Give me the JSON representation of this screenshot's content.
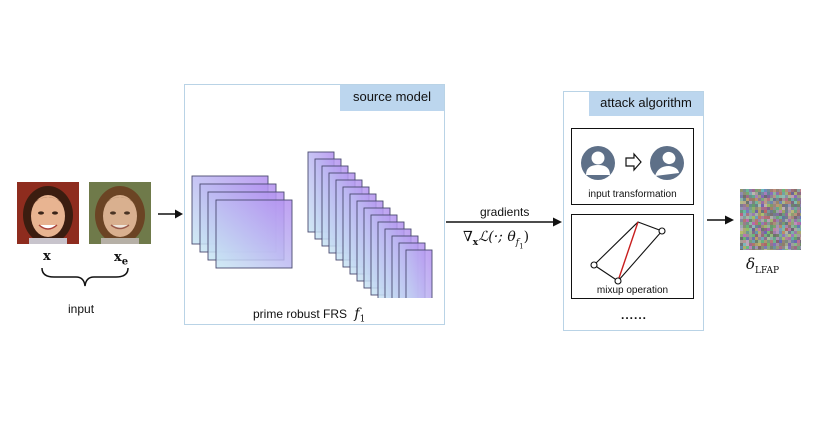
{
  "inputs": {
    "image_x_label": "x",
    "image_xe_label_main": "x",
    "image_xe_label_sub": "e",
    "group_label": "input"
  },
  "source_model": {
    "title": "source model",
    "caption_text": "prime robust FRS",
    "caption_symbol": "f",
    "caption_sub": "1"
  },
  "gradients": {
    "label": "gradients",
    "formula": {
      "nabla": "∇",
      "x": "x",
      "loss": "ℒ",
      "args": "(·; θ",
      "theta_sub": "f",
      "theta_sub_sub": "1",
      "close": ")"
    }
  },
  "attack": {
    "title": "attack algorithm",
    "transform_label": "input transformation",
    "mixup_label": "mixup operation",
    "more": "......"
  },
  "output": {
    "symbol": "δ",
    "sub": "LFAP"
  },
  "colors": {
    "panel_border": "#b9d3e6",
    "tag_bg": "#bcd6ee",
    "layer_light": "#c7e7f3",
    "layer_purple": "#b38ef0",
    "mixup_line": "#c81e1e",
    "avatar": "#5e7088"
  }
}
